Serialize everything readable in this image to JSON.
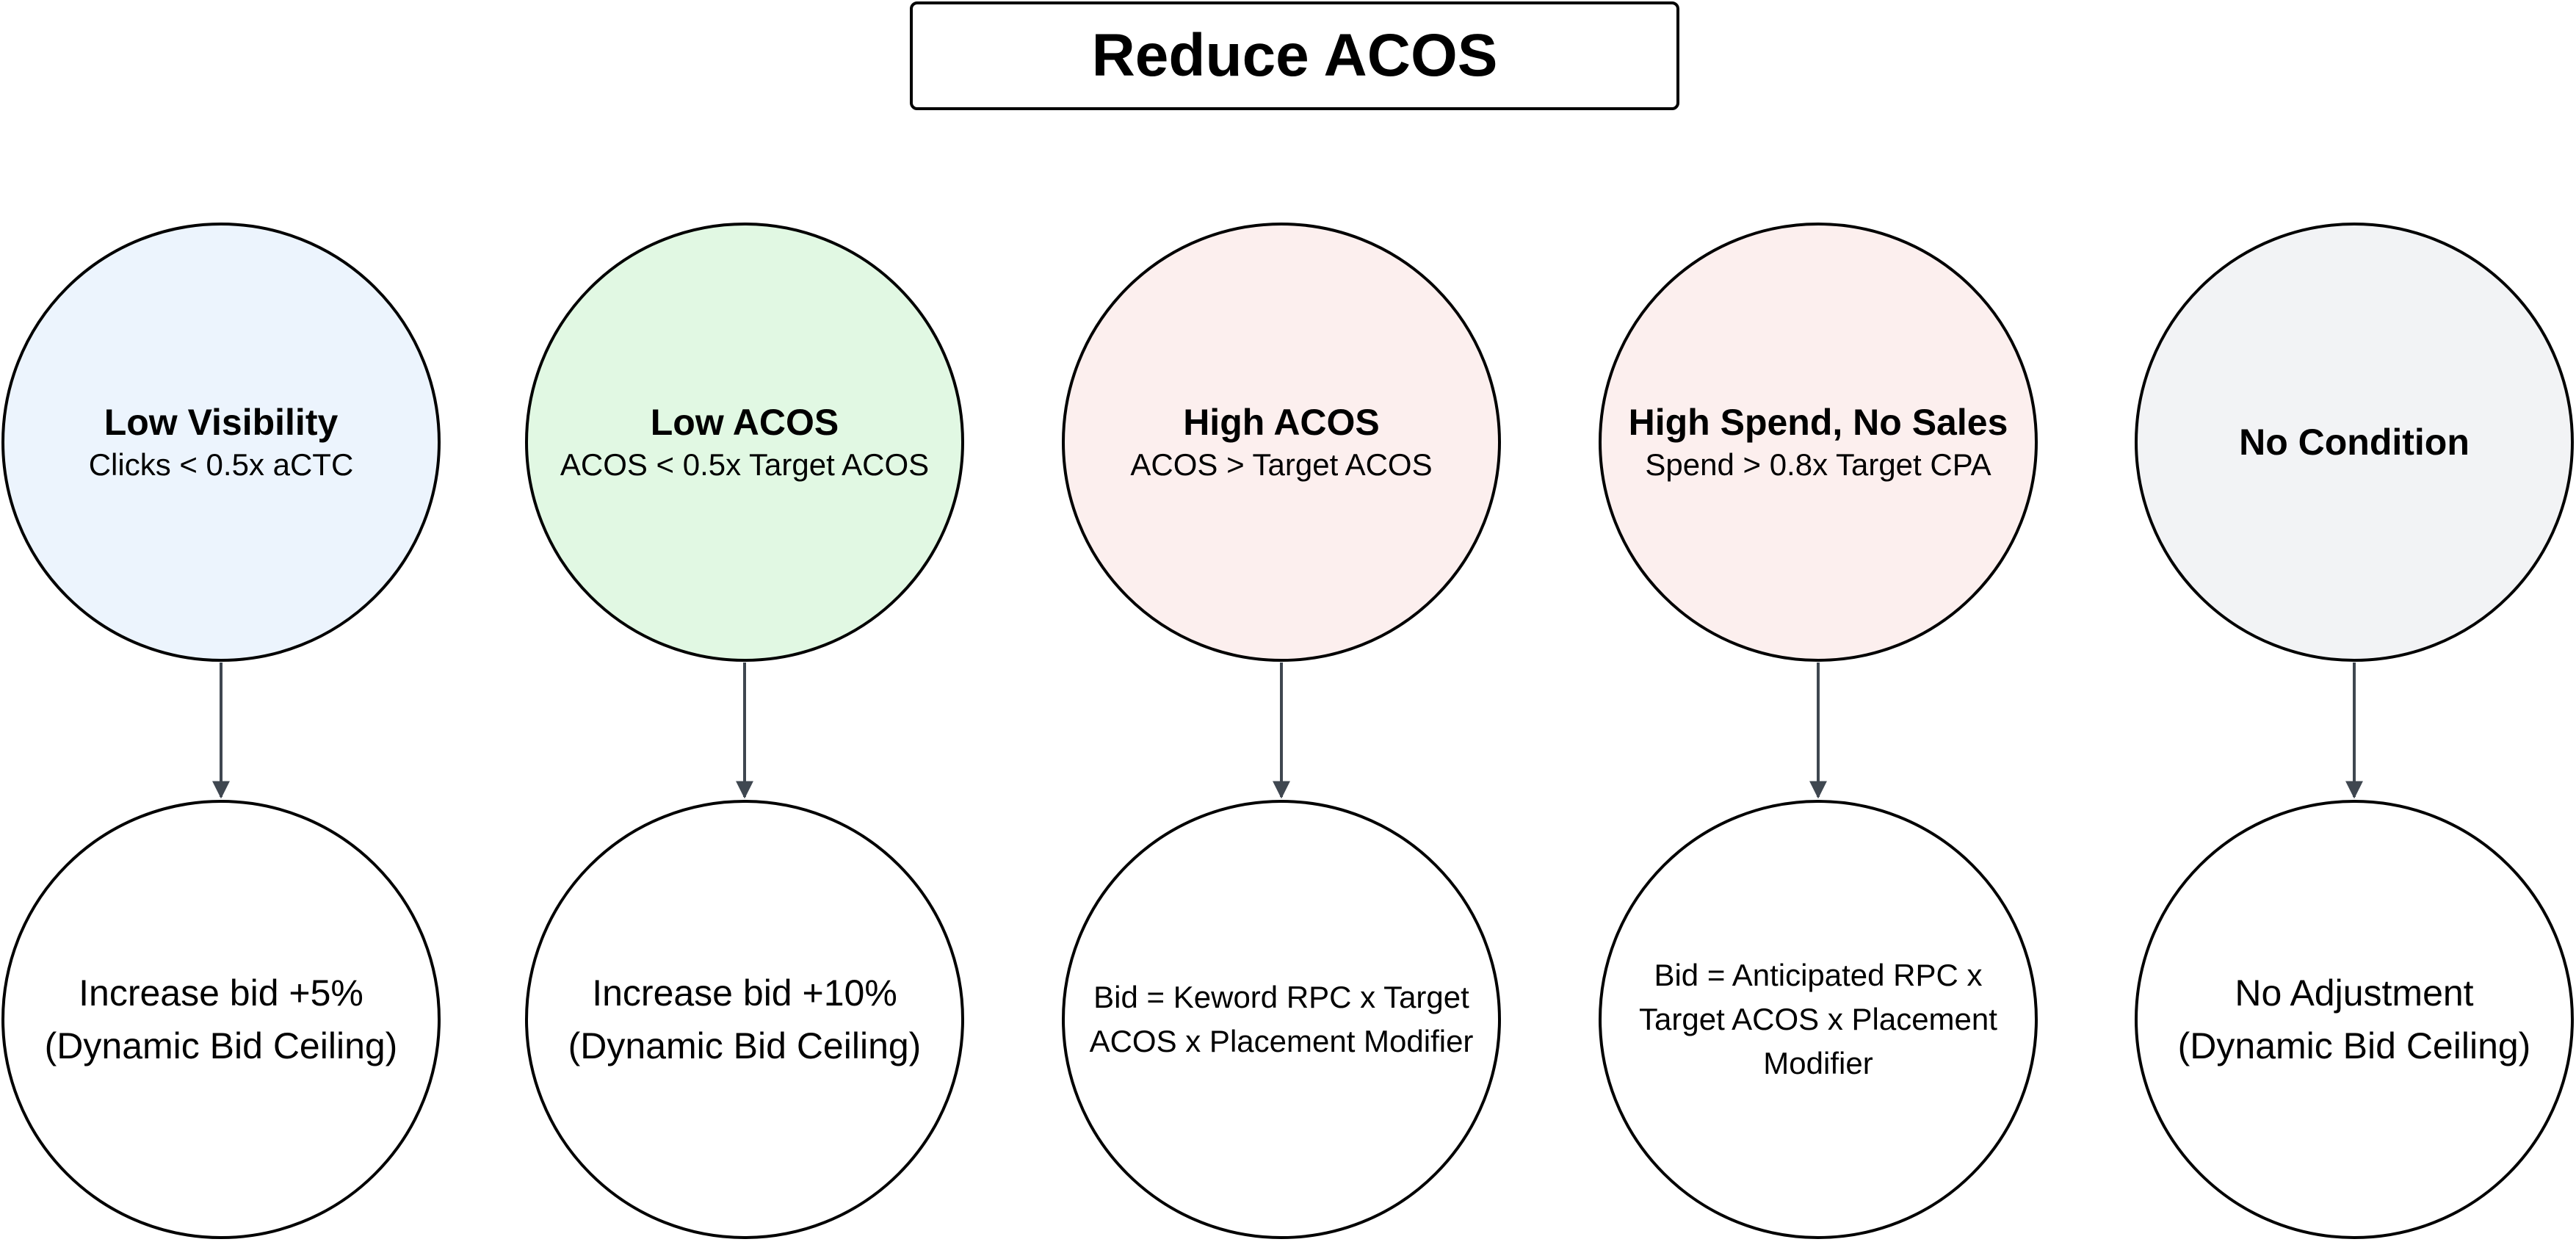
{
  "title": "Reduce ACOS",
  "colors": {
    "border": "#000000",
    "connector": "#3f4750",
    "low_visibility_fill": "#ecf4fd",
    "low_acos_fill": "#e1f8e3",
    "high_acos_fill": "#fcefee",
    "high_spend_fill": "#fcefee",
    "no_condition_fill": "#f2f3f5",
    "action_fill": "#ffffff"
  },
  "branches": [
    {
      "condition": {
        "name": "Low Visibility",
        "rule": "Clicks < 0.5x aCTC"
      },
      "action": {
        "lines": [
          "Increase bid +5%",
          "(Dynamic Bid Ceiling)"
        ]
      }
    },
    {
      "condition": {
        "name": "Low ACOS",
        "rule": "ACOS < 0.5x Target ACOS"
      },
      "action": {
        "lines": [
          "Increase bid +10%",
          "(Dynamic Bid Ceiling)"
        ]
      }
    },
    {
      "condition": {
        "name": "High ACOS",
        "rule": "ACOS > Target ACOS"
      },
      "action": {
        "lines": [
          "Bid = Keword RPC x Target",
          "ACOS x Placement Modifier"
        ]
      }
    },
    {
      "condition": {
        "name": "High Spend, No Sales",
        "rule": "Spend > 0.8x Target CPA"
      },
      "action": {
        "lines": [
          "Bid = Anticipated RPC x",
          "Target ACOS x Placement",
          "Modifier"
        ]
      }
    },
    {
      "condition": {
        "name": "No Condition",
        "rule": ""
      },
      "action": {
        "lines": [
          "No Adjustment",
          "(Dynamic Bid Ceiling)"
        ]
      }
    }
  ]
}
